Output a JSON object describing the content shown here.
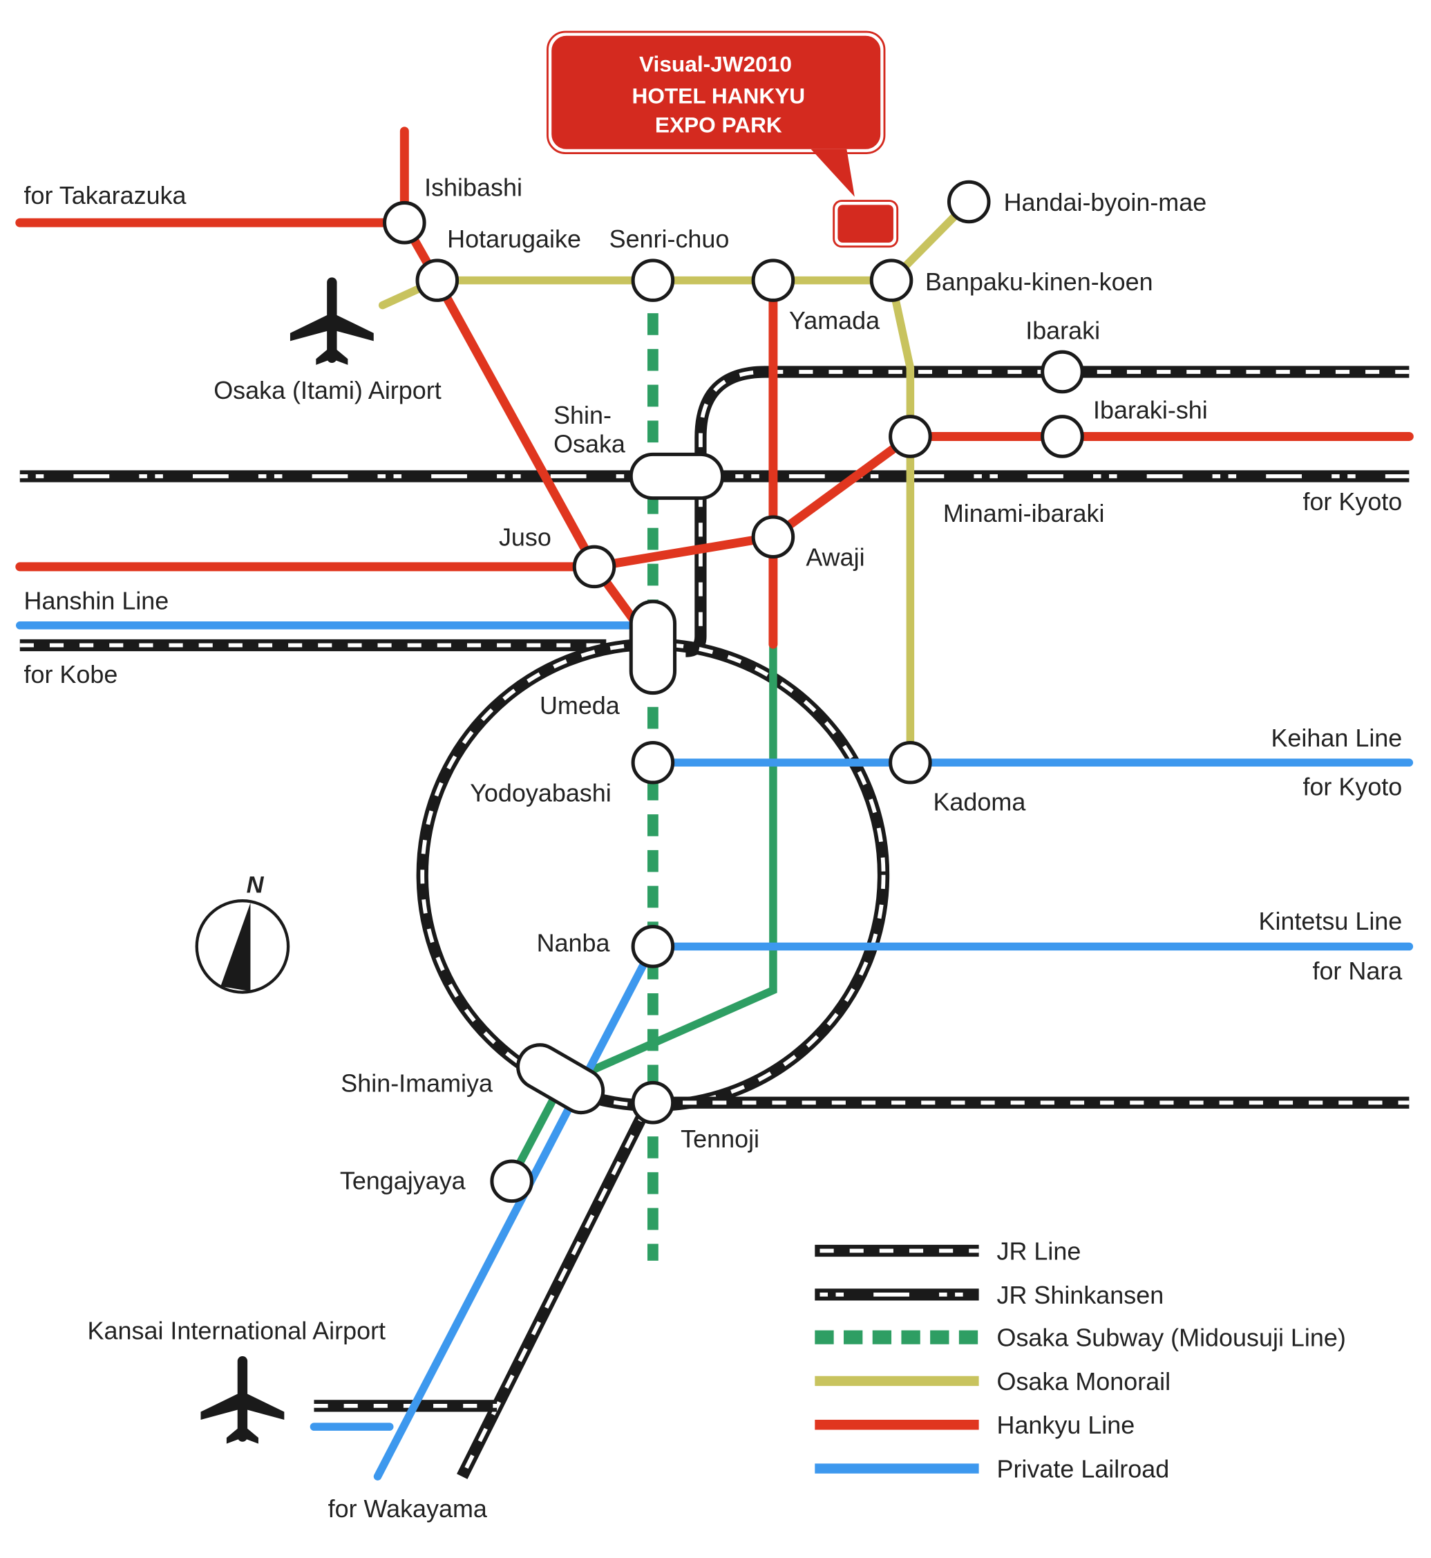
{
  "callout": {
    "line1": "Visual-JW2010",
    "line2": "HOTEL HANKYU",
    "line3": "EXPO PARK"
  },
  "colors": {
    "hankyu": "#e0361f",
    "monorail": "#c8c35e",
    "subway": "#2e9e63",
    "private": "#3d98ee",
    "jr": "#1a1a1a",
    "callout": "#d42a1f"
  },
  "stations": {
    "ishibashi": "Ishibashi",
    "hotarugaike": "Hotarugaike",
    "senri_chuo": "Senri-chuo",
    "yamada": "Yamada",
    "banpaku": "Banpaku-kinen-koen",
    "handai": "Handai-byoin-mae",
    "ibaraki": "Ibaraki",
    "ibaraki_shi": "Ibaraki-shi",
    "minami_ibaraki": "Minami-ibaraki",
    "shin_osaka_1": "Shin-",
    "shin_osaka_2": "Osaka",
    "juso": "Juso",
    "awaji": "Awaji",
    "umeda": "Umeda",
    "yodoyabashi": "Yodoyabashi",
    "kadoma": "Kadoma",
    "nanba": "Nanba",
    "shin_imamiya": "Shin-Imamiya",
    "tennoji": "Tennoji",
    "tengajyaya": "Tengajyaya"
  },
  "places": {
    "itami": "Osaka (Itami) Airport",
    "kansai": "Kansai International Airport"
  },
  "directions": {
    "takarazuka": "for Takarazuka",
    "kyoto_jr": "for Kyoto",
    "hanshin": "Hanshin Line",
    "kobe": "for Kobe",
    "keihan": "Keihan Line",
    "kyoto_keihan": "for Kyoto",
    "kintetsu": "Kintetsu Line",
    "nara": "for Nara",
    "wakayama": "for Wakayama"
  },
  "compass": {
    "label": "N"
  },
  "legend": [
    {
      "key": "jr",
      "label": "JR Line"
    },
    {
      "key": "shinkansen",
      "label": "JR Shinkansen"
    },
    {
      "key": "subway",
      "label": "Osaka Subway (Midousuji Line)"
    },
    {
      "key": "monorail",
      "label": "Osaka Monorail"
    },
    {
      "key": "hankyu",
      "label": "Hankyu Line"
    },
    {
      "key": "private",
      "label": "Private Lailroad"
    }
  ]
}
